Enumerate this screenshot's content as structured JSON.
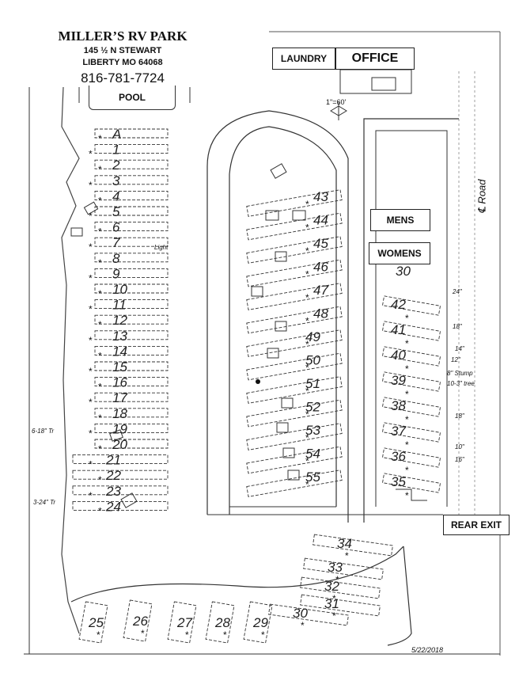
{
  "header": {
    "name": "MILLER’S RV PARK",
    "address_line1": "145 ½ N STEWART",
    "address_line2": "LIBERTY MO 64068",
    "phone": "816-781-7724"
  },
  "buildings": {
    "laundry": "LAUNDRY",
    "office": "OFFICE",
    "pool": "POOL",
    "mens": "MENS",
    "womens": "WOMENS",
    "rear_exit": "REAR EXIT"
  },
  "map_labels": {
    "scale": "1\"=60'",
    "road": "℄ Road",
    "date": "5/22/2018",
    "light": "Light",
    "tree_note_1": "6-18\" Tr",
    "tree_note_2": "3-24\" Tr",
    "tree_24": "24\"",
    "tree_18a": "18\"",
    "tree_14": "14\"",
    "tree_12": "12\"",
    "stump": "8\" Stump",
    "tree_stump2": "10-3\" tree",
    "tree_18b": "18\"",
    "tree_10": "10\"",
    "tree_16": "16\""
  },
  "sites": {
    "left_column": [
      "A",
      "1",
      "2",
      "3",
      "4",
      "5",
      "6",
      "7",
      "8",
      "9",
      "10",
      "11",
      "12",
      "13",
      "14",
      "15",
      "16",
      "17",
      "18",
      "19",
      "20",
      "21",
      "22",
      "23",
      "24"
    ],
    "middle_column": [
      "43",
      "44",
      "45",
      "46",
      "47",
      "48",
      "49",
      "50",
      "51",
      "52",
      "53",
      "54",
      "55"
    ],
    "right_column": [
      "30",
      "42",
      "41",
      "40",
      "39",
      "38",
      "37",
      "36",
      "35"
    ],
    "bottom_row": [
      "25",
      "26",
      "27",
      "28",
      "29",
      "30",
      "31",
      "32",
      "33",
      "34"
    ]
  }
}
